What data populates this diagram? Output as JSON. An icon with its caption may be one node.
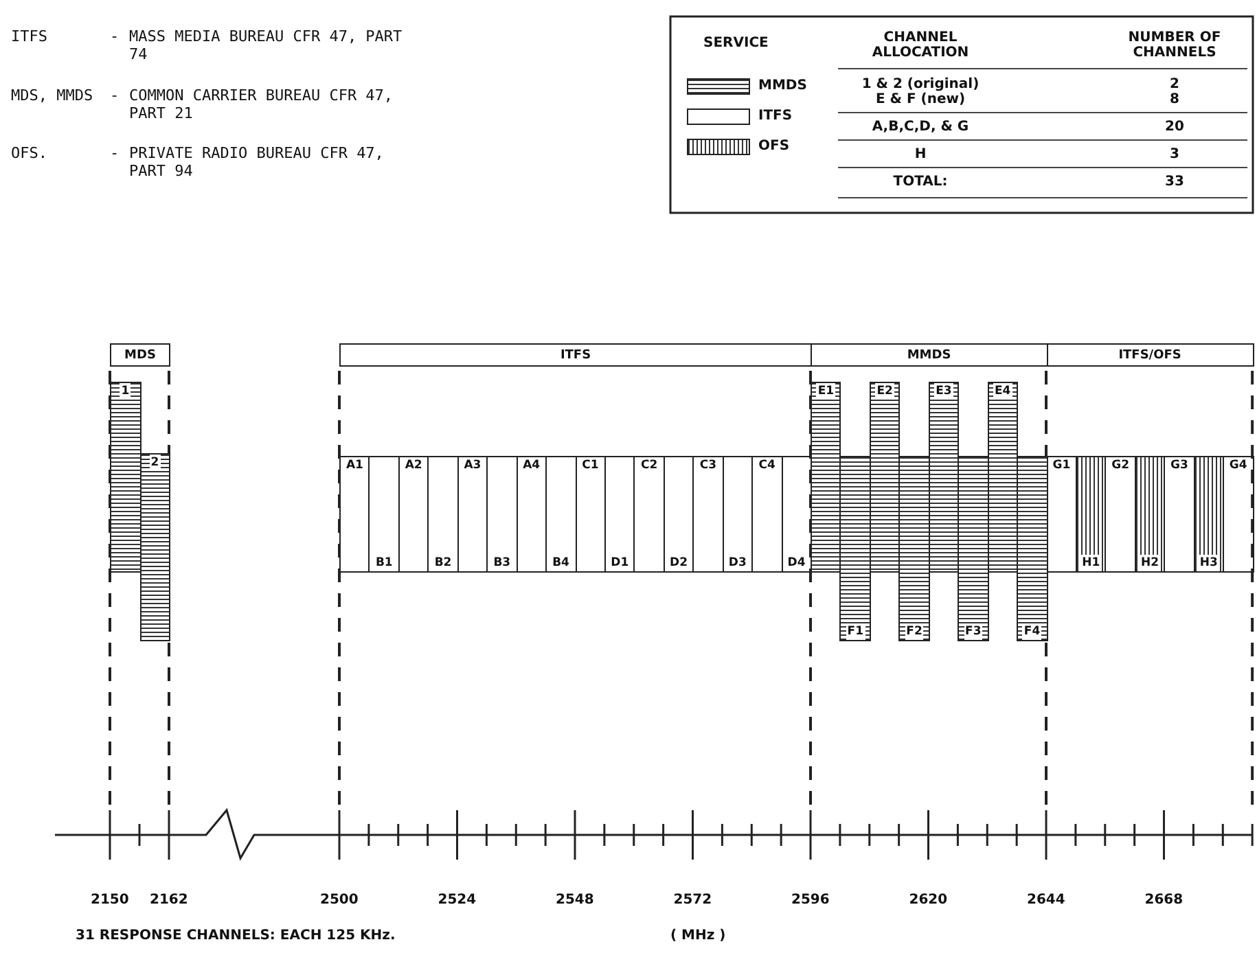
{
  "diagram": {
    "nodes": [
      {
        "text": [
          "MDS"
        ]
      },
      {
        "text": [
          "ITFS"
        ]
      },
      {
        "text": [
          "MMDS"
        ]
      },
      {
        "text": [
          "ITFS/OFS"
        ]
      },
      {
        "text": [
          "1"
        ]
      },
      {
        "text": [
          "2"
        ]
      },
      {
        "text": [
          "A1"
        ]
      },
      {
        "text": [
          "B1"
        ]
      },
      {
        "text": [
          "A2"
        ]
      },
      {
        "text": [
          "B2"
        ]
      },
      {
        "text": [
          "A3"
        ]
      },
      {
        "text": [
          "B3"
        ]
      },
      {
        "text": [
          "A4"
        ]
      },
      {
        "text": [
          "B4"
        ]
      },
      {
        "text": [
          "C1"
        ]
      },
      {
        "text": [
          "D1"
        ]
      },
      {
        "text": [
          "C2"
        ]
      },
      {
        "text": [
          "D2"
        ]
      },
      {
        "text": [
          "C3"
        ]
      },
      {
        "text": [
          "D3"
        ]
      },
      {
        "text": [
          "C4"
        ]
      },
      {
        "text": [
          "D4"
        ]
      },
      {
        "text": [
          "E1"
        ]
      },
      {
        "text": [
          "F1"
        ]
      },
      {
        "text": [
          "E2"
        ]
      },
      {
        "text": [
          "F2"
        ]
      },
      {
        "text": [
          "E3"
        ]
      },
      {
        "text": [
          "F3"
        ]
      },
      {
        "text": [
          "E4"
        ]
      },
      {
        "text": [
          "F4"
        ]
      },
      {
        "text": [
          "G1"
        ]
      },
      {
        "text": [
          "H1"
        ]
      },
      {
        "text": [
          "G2"
        ]
      },
      {
        "text": [
          "H2"
        ]
      },
      {
        "text": [
          "G3"
        ]
      },
      {
        "text": [
          "H3"
        ]
      },
      {
        "text": [
          "G4"
        ]
      }
    ],
    "edges": [],
    "labels": [
      "ITFS",
      "-",
      "MASS MEDIA BUREAU CFR 47, PART 74",
      "MDS, MMDS",
      "-",
      "COMMON CARRIER BUREAU CFR 47, PART 21",
      "OFS.",
      "-",
      "PRIVATE RADIO BUREAU CFR 47, PART 94",
      "SERVICE",
      "CHANNEL ALLOCATION",
      "NUMBER OF CHANNELS",
      "1 & 2 (original)",
      "2",
      "E & F (new)",
      "8",
      "A,B,C,D, & G",
      "20",
      "H",
      "3",
      "TOTAL:",
      "33",
      "2150",
      "2162",
      "2500",
      "2524",
      "2548",
      "2572",
      "2596",
      "2620",
      "2644",
      "2668",
      "31 RESPONSE CHANNELS: EACH 125 KHz.",
      "( MHz )"
    ],
    "legend": [
      {
        "text": "MMDS"
      },
      {
        "text": "ITFS"
      },
      {
        "text": "OFS"
      }
    ]
  }
}
